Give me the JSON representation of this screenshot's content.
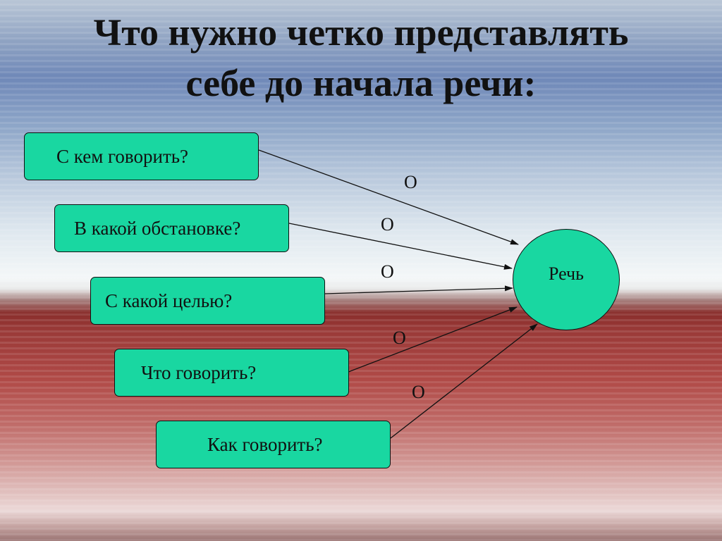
{
  "title": "Что нужно четко представлять себе до начала речи:",
  "center_node": "Речь",
  "questions": [
    "С кем говорить?",
    "В какой обстановке?",
    "С какой целью?",
    "Что говорить?",
    "Как говорить?"
  ],
  "edge_marks": [
    "О",
    "О",
    "О",
    "О",
    "О"
  ],
  "colors": {
    "node_fill": "#19d7a1",
    "text": "#111111"
  }
}
